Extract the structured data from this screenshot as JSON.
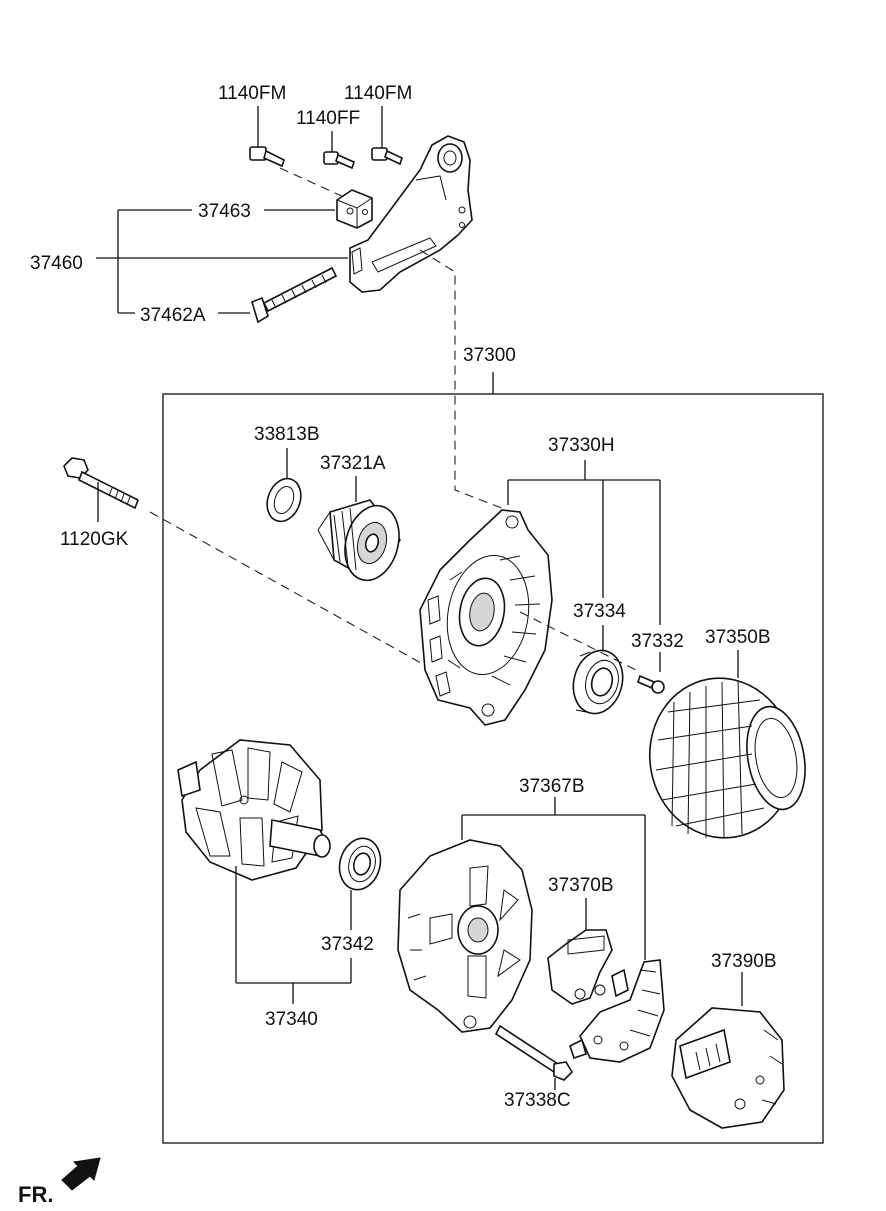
{
  "labels": {
    "l_1140fm_a": "1140FM",
    "l_1140fm_b": "1140FM",
    "l_1140ff": "1140FF",
    "l_37463": "37463",
    "l_37460": "37460",
    "l_37462a": "37462A",
    "l_37300": "37300",
    "l_33813b": "33813B",
    "l_37321a": "37321A",
    "l_1120gk": "1120GK",
    "l_37330h": "37330H",
    "l_37334": "37334",
    "l_37332": "37332",
    "l_37350b": "37350B",
    "l_37367b": "37367B",
    "l_37370b": "37370B",
    "l_37342": "37342",
    "l_37340": "37340",
    "l_37390b": "37390B",
    "l_37338c": "37338C",
    "fr": "FR."
  },
  "colors": {
    "line": "#111111",
    "background": "#ffffff"
  }
}
